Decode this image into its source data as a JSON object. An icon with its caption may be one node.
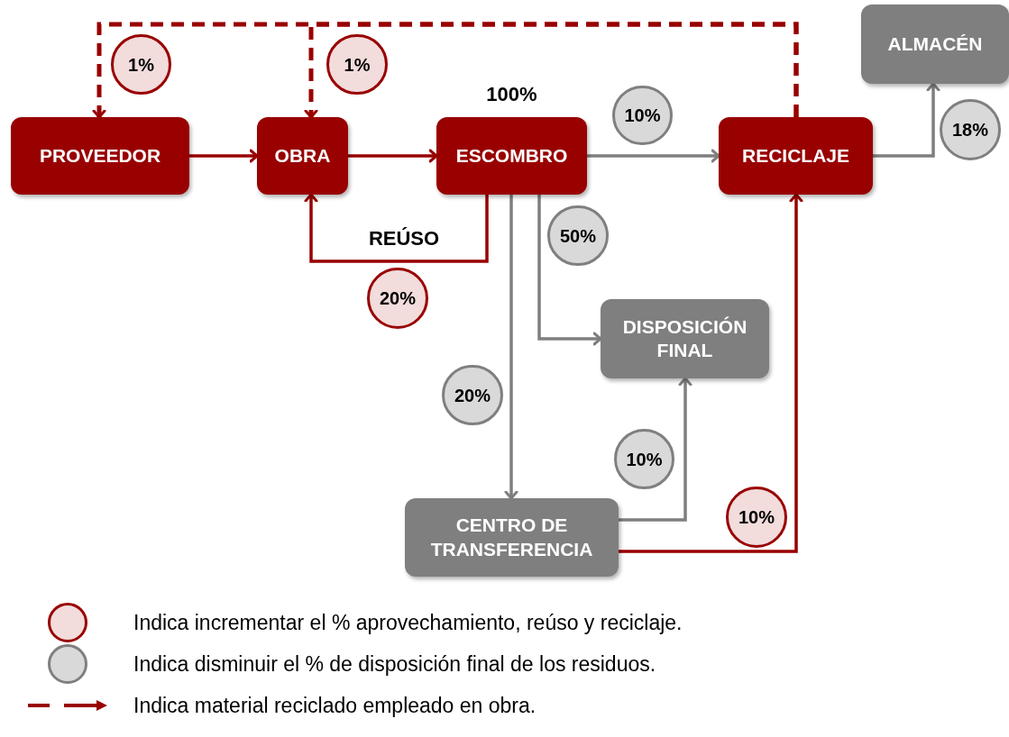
{
  "diagram": {
    "nodes": [
      {
        "text": [
          "PROVEEDOR"
        ]
      },
      {
        "text": [
          "OBRA"
        ]
      },
      {
        "text": [
          "ESCOMBRO"
        ],
        "beside": [
          "100%"
        ]
      },
      {
        "text": [
          "RECICLAJE"
        ]
      },
      {
        "text": [
          "ALMACÉN"
        ]
      },
      {
        "text": [
          "DISPOSICIÓN FINAL"
        ]
      },
      {
        "text": [
          "CENTRO DE TRANSFERENCIA"
        ]
      },
      {
        "text": [
          "1%"
        ]
      },
      {
        "text": [
          "1%"
        ]
      },
      {
        "text": [
          "10%"
        ]
      },
      {
        "text": [
          "18%"
        ]
      },
      {
        "text": [
          "50%"
        ]
      },
      {
        "text": [
          "20%"
        ]
      },
      {
        "text": [
          "20%"
        ]
      },
      {
        "text": [
          "10%"
        ]
      },
      {
        "text": [
          "10%"
        ]
      }
    ],
    "edges": [
      {
        "from": 0,
        "to": 1,
        "arrow": "to"
      },
      {
        "from": 1,
        "to": 2,
        "arrow": "to"
      },
      {
        "from": 2,
        "to": 3,
        "arrow": "to",
        "color": "#7f7f7f"
      },
      {
        "from": 2,
        "to": 1,
        "arrow": "to",
        "label": "REÚSO"
      },
      {
        "from": 2,
        "to": 5,
        "arrow": "to",
        "color": "#7f7f7f"
      },
      {
        "from": 2,
        "to": 6,
        "arrow": "to",
        "color": "#7f7f7f"
      },
      {
        "from": 6,
        "to": 5,
        "arrow": "to",
        "color": "#7f7f7f"
      },
      {
        "from": 6,
        "to": 3,
        "arrow": "to"
      },
      {
        "from": 3,
        "to": 4,
        "arrow": "to",
        "color": "#7f7f7f"
      },
      {
        "from": 3,
        "to": 0,
        "arrow": "to",
        "style": "dashed"
      },
      {
        "from": 3,
        "to": 1,
        "arrow": "to",
        "style": "dashed"
      }
    ],
    "legend": [
      {
        "text": "Indica incrementar el % aprovechamiento, reúso y reciclaje.",
        "color": "#f2dcdc"
      },
      {
        "text": "Indica disminuir el % de disposición final de los residuos.",
        "color": "#d9d9d9"
      },
      {
        "text": "Indica material reciclado empleado en obra."
      }
    ]
  }
}
